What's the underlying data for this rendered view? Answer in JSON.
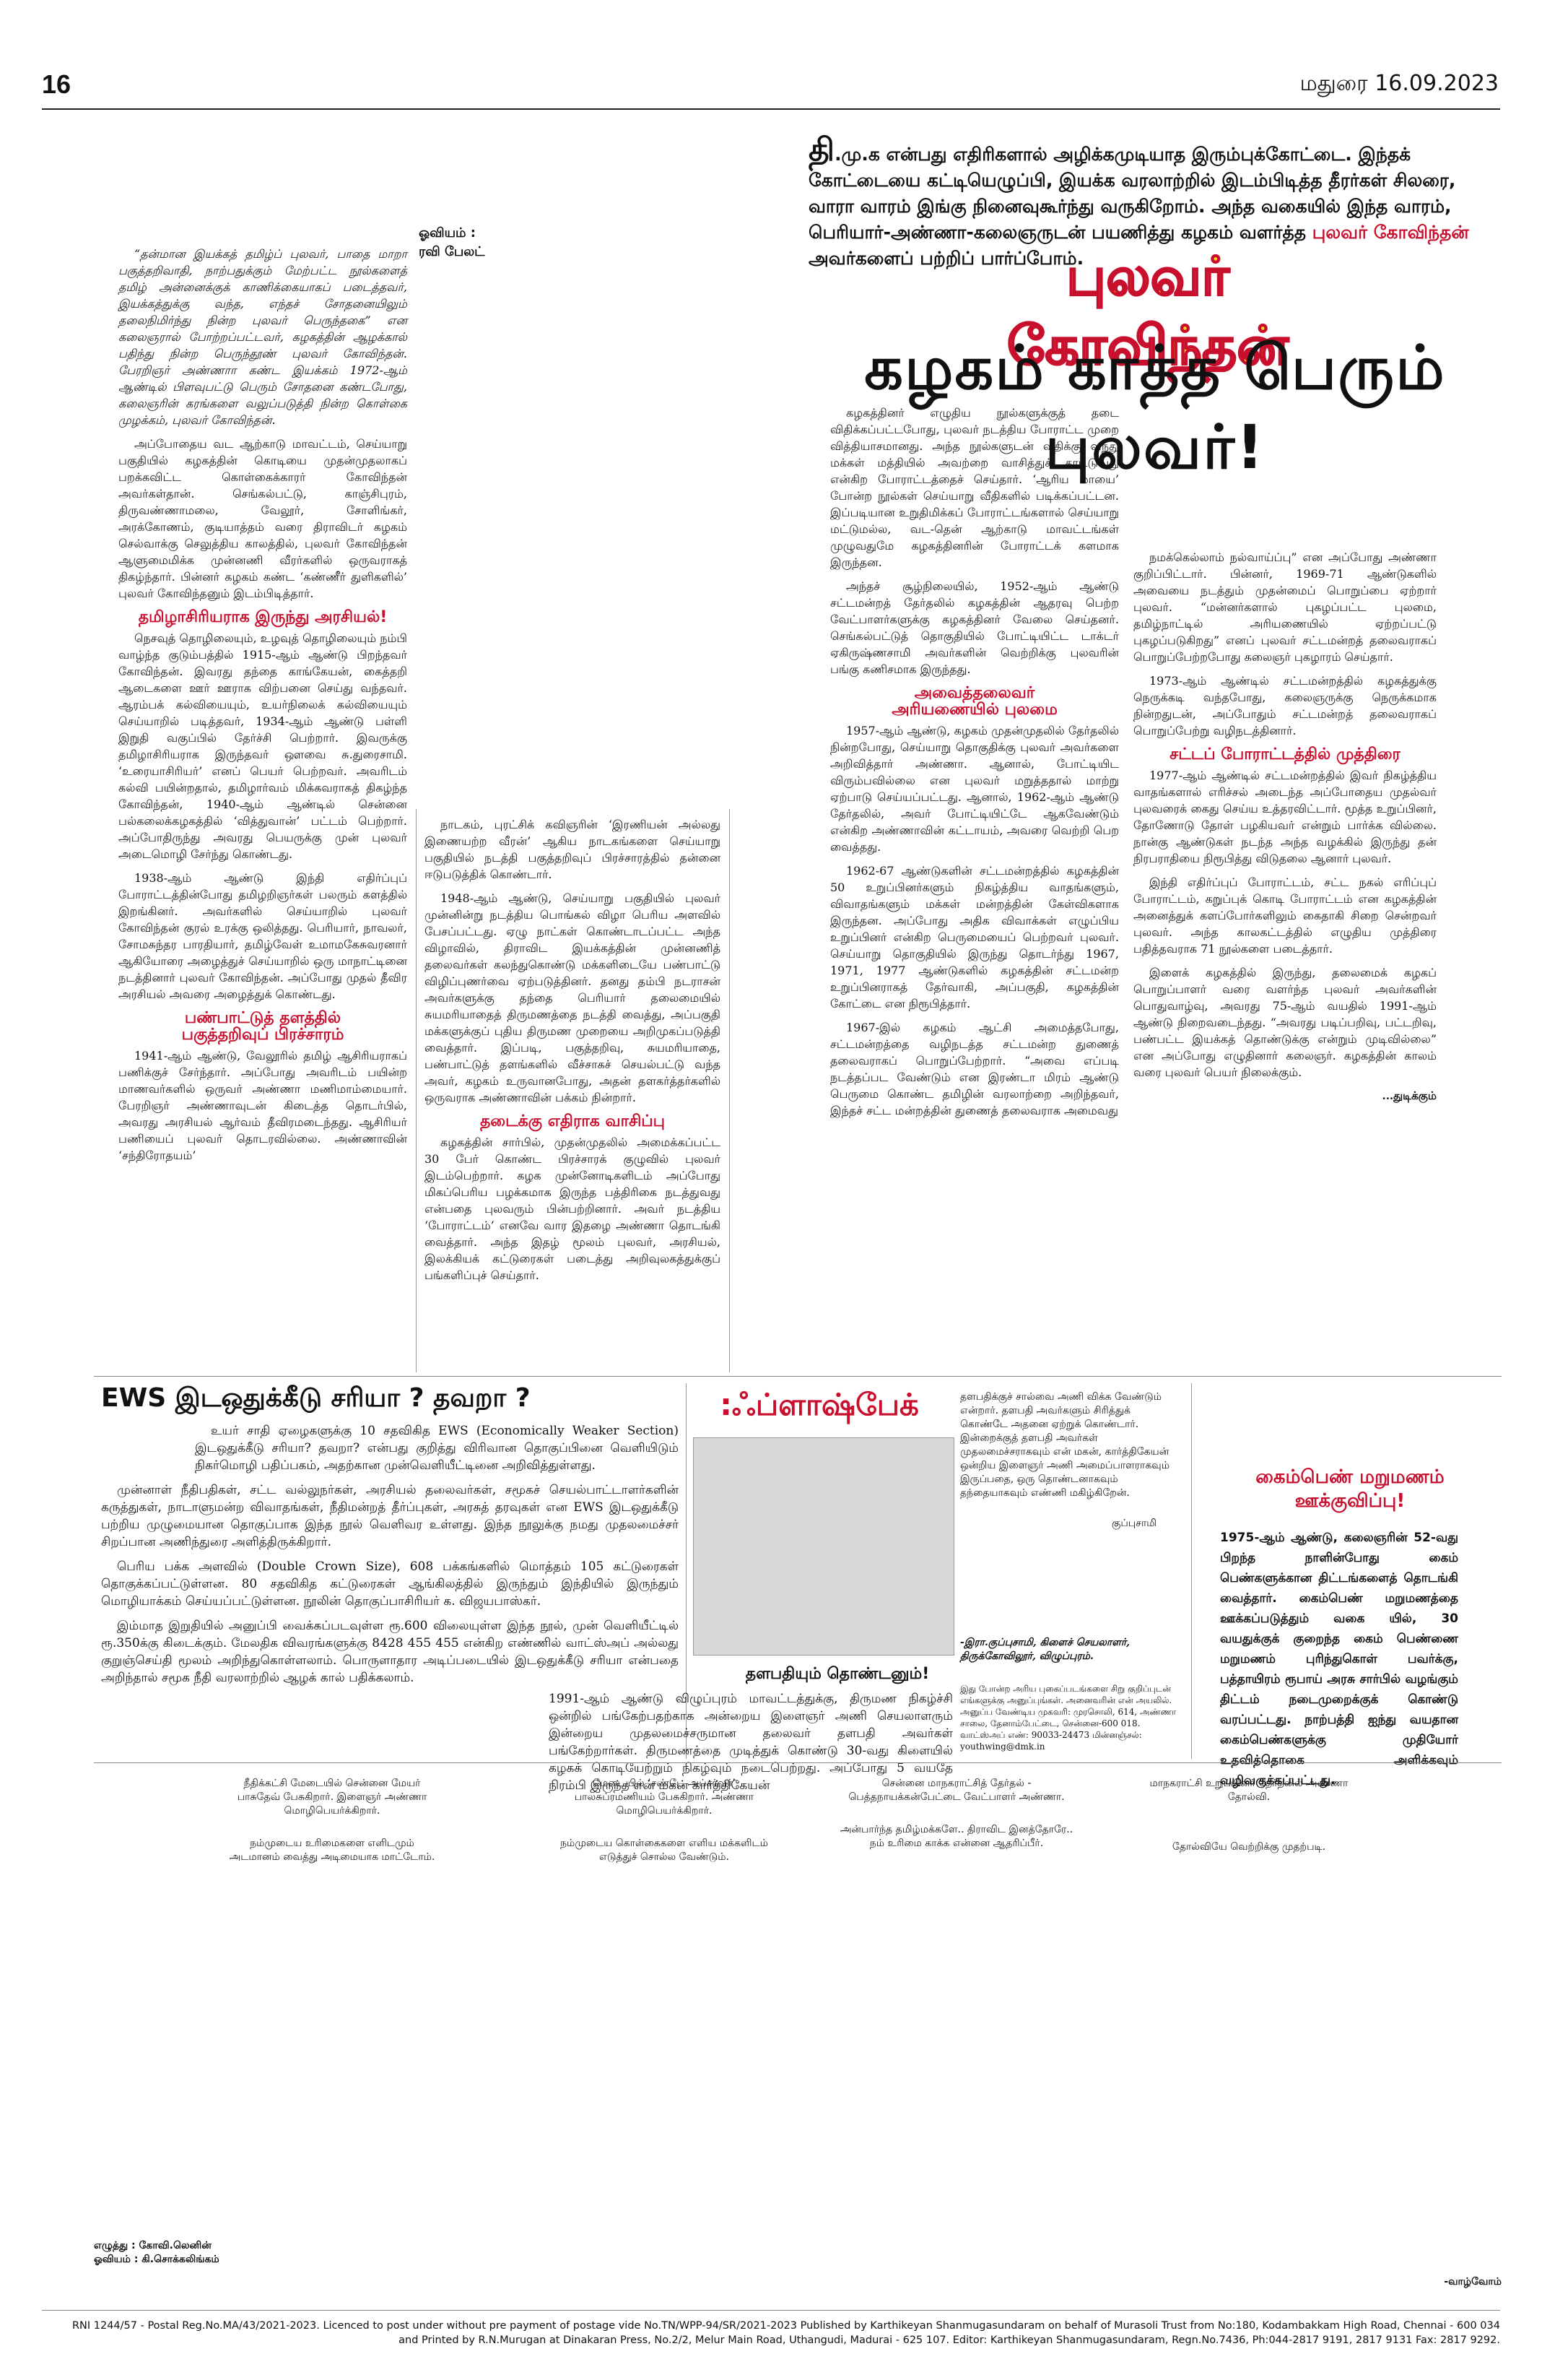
{
  "header": {
    "page_number": "16",
    "dateline": "மதுரை 16.09.2023"
  },
  "intro": {
    "drop_letter": "தி",
    "text": ".மு.க என்பது எதிரிகளால் அழிக்கமுடியாத இரும்புக்கோட்டை. இந்தக் கோட்டையை கட்டியெழுப்பி, இயக்க வரலாற்றில் இடம்பிடித்த தீரர்கள் சிலரை, வாரா வாரம் இங்கு நினைவுகூர்ந்து வருகிறோம். அந்த வகையில் இந்த வாரம், பெரியார்-அண்ணா-கலைஞருடன் பயணித்து கழகம் வளர்த்த",
    "highlight": "புலவர் கோவிந்தன்",
    "tail": "அவர்களைப் பற்றிப் பார்ப்போம்."
  },
  "art_credit": {
    "label": "ஓவியம் :",
    "name": "ரவி பேலட்"
  },
  "headline": {
    "kicker": "புலவர் கோவிந்தன்",
    "title": "கழகம் காத்த பெரும் புலவர்!"
  },
  "col1": {
    "p1": "“தன்மான இயக்கத் தமிழ்ப் புலவர், பாதை மாறா பகுத்தறிவாதி, நாற்பதுக்கும் மேற்பட்ட நூல்களைத் தமிழ் அன்னைக்குக் காணிக்கையாகப் படைத்தவர், இயக்கத்துக்கு வந்த, எந்தச் சோதனையிலும் தலைநிமிர்ந்து நின்ற புலவர் பெருந்தகை” என கலைஞரால் போற்றப்பட்டவர், கழகத்தின் ஆழக்கால் பதிந்து நின்ற பெருந்தூண் புலவர் கோவிந்தன். பேரறிஞர் அண்ணாா கண்ட இயக்கம் 1972-ஆம் ஆண்டில் பிளவுபட்டு பெரும் சோதனை கண்டபோது, கலைஞரின் கரங்களை வலுப்படுத்தி நின்ற கொள்கை முழக்கம், புலவர் கோவிந்தன்.",
    "p2": "அப்போதைய வட ஆற்காடு மாவட்டம், செய்யாறு பகுதியில் கழகத்தின் கொடியை முதன்முதலாகப் பறக்கவிட்ட கொள்கைக்காரர் கோவிந்தன் அவர்கள்தான். செங்கல்பட்டு, காஞ்சிபுரம், திருவண்ணாமலை, வேலூர், சோளிங்கர், அரக்கோணம், குடியாத்தம் வரை திராவிடர் கழகம் செல்வாக்கு செலுத்திய காலத்தில், புலவர் கோவிந்தன் ஆளுமைமிக்க முன்னணி வீரர்களில் ஒருவராகத் திகழ்ந்தார். பின்னர் கழகம் கண்ட ‘கண்ணீர் துளிகளில்’ புலவர் கோவிந்தனும் இடம்பிடித்தார்.",
    "sub1": "தமிழாசிரியராக இருந்து அரசியல்!",
    "p3": "நெசவுத் தொழிலையும், உழவுத் தொழிலையும் நம்பி வாழ்ந்த குடும்பத்தில் 1915-ஆம் ஆண்டு பிறந்தவர் கோவிந்தன். இவரது தந்தை காங்கேயன், கைத்தறி ஆடைகளை ஊர் ஊராக விற்பனை செய்து வந்தவர். ஆரம்பக் கல்வியையும், உயர்நிலைக் கல்வியையும் செய்யாறில் படித்தவர், 1934-ஆம் ஆண்டு பள்ளி இறுதி வகுப்பில் தேர்ச்சி பெற்றார். இவருக்கு தமிழாசிரியராக இருந்தவர் ஔவை சு.துரைசாமி. ‘உரையாசிரியர்’ எனப் பெயர் பெற்றவர். அவரிடம் கல்வி பயின்றதால், தமிழார்வம் மிக்கவராகத் திகழ்ந்த கோவிந்தன், 1940-ஆம் ஆண்டில் சென்னை பல்கலைக்கழகத்தில் ‘வித்துவான்’ பட்டம் பெற்றார். அப்போதிருந்து அவரது பெயருக்கு முன் புலவர் அடைமொழி சேர்ந்து கொண்டது.",
    "p4": "1938-ஆம் ஆண்டு இந்தி எதிர்ப்புப் போராட்டத்தின்போது தமிழறிஞர்கள் பலரும் களத்தில் இறங்கினர். அவர்களில் செய்யாறில் புலவர் கோவிந்தன் குரல் உரக்கு ஒலித்தது. பெரியார், நாவலர், சோமசுந்தர பாரதியார், தமிழ்வேள் உமாமகேசுவரனார் ஆகியோரை அழைத்துச் செய்யாறில் ஒரு மாநாட்டினை நடத்தினார் புலவர் கோவிந்தன். அப்போது முதல் தீவிர அரசியல் அவரை அழைத்துக் கொண்டது.",
    "sub2a": "பண்பாட்டுத் தளத்தில்",
    "sub2b": "பகுத்தறிவுப் பிரச்சாரம்",
    "p5": "1941-ஆம் ஆண்டு, வேலூரில் தமிழ் ஆசிரியராகப் பணிக்குச் சேர்ந்தார். அப்போது அவரிடம் பயின்ற மாணவர்களில் ஒருவர் அண்ணா மணிமாம்மையார். பேரறிஞர் அண்ணாவுடன் கிடைத்த தொடர்பில், அவரது அரசியல் ஆர்வம் தீவிரமடைந்தது. ஆசிரியர் பணியைப் புலவர் தொடரவில்லை. அண்ணாவின் ‘சந்திரோதயம்’"
  },
  "col2": {
    "p1": "நாடகம், புரட்சிக் கவிஞரின் ‘இரணியன் அல்லது இணையற்ற வீரன்’ ஆகிய நாடகங்களை செய்யாறு பகுதியில் நடத்தி பகுத்தறிவுப் பிரச்சாரத்தில் தன்னை ஈடுபடுத்திக் கொண்டார்.",
    "p2": "1948-ஆம் ஆண்டு, செய்யாறு பகுதியில் புலவர் முன்னின்று நடத்திய பொங்கல் விழா பெரிய அளவில் பேசப்பட்டது. ஏழு நாட்கள் கொண்டாடப்பட்ட அந்த விழாவில், திராவிட இயக்கத்தின் முன்னணித் தலைவர்கள் கலந்துகொண்டு மக்களிடையே பண்பாட்டு விழிப்புணர்வை ஏற்படுத்தினர். தனது தம்பி நடராசன் அவர்களுக்கு தந்தை பெரியார் தலைமையில் சுயமரியாதைத் திருமணத்தை நடத்தி வைத்து, அப்பகுதி மக்களுக்குப் புதிய திருமண முறையை அறிமுகப்படுத்தி வைத்தார். இப்படி, பகுத்தறிவு, சுயமரியாதை, பண்பாட்டுத் தளங்களில் வீச்சாகச் செயல்பட்டு வந்த அவர், கழகம் உருவானபோது, அதன் தளகர்த்தர்களில் ஒருவராக அண்ணாவின் பக்கம் நின்றார்.",
    "sub": "தடைக்கு எதிராக வாசிப்பு",
    "p3": "கழகத்தின் சார்பில், முதன்முதலில் அமைக்கப்பட்ட 30 பேர் கொண்ட பிரச்சாரக் குழுவில் புலவர் இடம்பெற்றார். கழக முன்னோடிகளிடம் அப்போது மிகப்பெரிய பழக்கமாக இருந்த பத்திரிகை நடத்துவது என்பதை புலவரும் பின்பற்றினார். அவர் நடத்திய ‘போராட்டம்’ எனவே வார இதழை அண்ணா தொடங்கி வைத்தார். அந்த இதழ் மூலம் புலவர், அரசியல், இலக்கியக் கட்டுரைகள் படைத்து அறிவுலகத்துக்குப் பங்களிப்புச் செய்தார்."
  },
  "col3": {
    "p1": "கழகத்தினர் எழுதிய நூல்களுக்குத் தடை விதிக்கப்பட்டபோது, புலவர் நடத்திய போராட்ட முறை வித்தியாசமானது. அந்த நூல்களுடன் வீதிக்கு வந்து மக்கள் மத்தியில் அவற்றை வாசித்துக் காட்டுவது என்கிற போராட்டத்தைச் செய்தார். ‘ஆரிய மாயை’ போன்ற நூல்கள் செய்யாறு வீதிகளில் படிக்கப்பட்டன. இப்படியான உறுதிமிக்கப் போராட்டங்களால் செய்யாறு மட்டுமல்ல, வட-தென் ஆற்காடு மாவட்டங்கள் முழுவதுமே கழகத்தினரின் போராட்டக் களமாக இருந்தன.",
    "p2": "அந்தச் சூழ்நிலையில், 1952-ஆம் ஆண்டு சட்டமன்றத் தேர்தலில் கழகத்தின் ஆதரவு பெற்ற வேட்பாளர்களுக்கு கழகத்தினர் வேலை செய்தனர். செங்கல்பட்டுத் தொகுதியில் போட்டியிட்ட டாக்டர் ஏகிருஷ்ணசாமி அவர்களின் வெற்றிக்கு புலவரின் பங்கு கணிசமாக இருந்தது.",
    "sub1": "அவைத்தலைவர்",
    "sub2": "அரியணையில் புலமை",
    "p3": "1957-ஆம் ஆண்டு, கழகம் முதன்முதலில் தேர்தலில் நின்றபோது, செய்யாறு தொகுதிக்கு புலவர் அவர்களை அறிவித்தார் அண்ணா. ஆனால், போட்டியிட விரும்பவில்லை என புலவர் மறுத்ததால் மாற்று ஏற்பாடு செய்யப்பட்டது. ஆனால், 1962-ஆம் ஆண்டு தேர்தலில், அவர் போட்டியிட்டே ஆகவேண்டும் என்கிற அண்ணாவின் கட்டாயம், அவரை வெற்றி பெற வைத்தது.",
    "p4": "1962-67 ஆண்டுகளின் சட்டமன்றத்தில் கழகத்தின் 50 உறுப்பினர்களும் நிகழ்த்திய வாதங்களும், விவாதங்களும் மக்கள் மன்றத்தின் கேள்விகளாக இருந்தன. அப்போது அதிக விவாக்கள் எழுப்பிய உறுப்பினர் என்கிற பெருமையைப் பெற்றவர் புலவர். செய்யாறு தொகுதியில் இருந்து தொடர்ந்து 1967, 1971, 1977 ஆண்டுகளில் கழகத்தின் சட்டமன்ற உறுப்பினராகத் தேர்வாகி, அப்பகுதி, கழகத்தின் கோட்டை என நிரூபித்தார்.",
    "p5": "1967-இல் கழகம் ஆட்சி அமைத்தபோது, சட்டமன்றத்தை வழிநடத்த சட்டமன்ற துணைத் தலைவராகப் பொறுப்பேற்றார். “அவை எப்படி நடத்தப்பட வேண்டும் என இரண்டா மிரம் ஆண்டு பெருமை கொண்ட தமிழின் வரலாற்றை அறிந்தவர், இந்தச் சட்ட மன்றத்தின் துணைத் தலைவராக அமைவது"
  },
  "col4": {
    "p1": "நமக்கெல்லாம் நல்வாய்ப்பு” என அப்போது அண்ணா குறிப்பிட்டார். பின்னர், 1969-71 ஆண்டுகளில் அவையை நடத்தும் முதன்மைப் பொறுப்பை ஏற்றார் புலவர். “மன்னர்களால் புகழப்பட்ட புலமை, தமிழ்நாட்டில் அரியணையில் ஏற்றப்பட்டு புகழப்படுகிறது” எனப் புலவர் சட்டமன்றத் தலைவராகப் பொறுப்பேற்றபோது கலைஞர் புகழாரம் செய்தார்.",
    "p2": "1973-ஆம் ஆண்டில் சட்டமன்றத்தில் கழகத்துக்கு நெருக்கடி வந்தபோது, கலைஞருக்கு நெருக்கமாக நின்றதுடன், அப்போதும் சட்டமன்றத் தலைவராகப் பொறுப்பேற்று வழிநடத்தினார்.",
    "sub": "சட்டப் போராட்டத்தில் முத்திரை",
    "p3": "1977-ஆம் ஆண்டில் சட்டமன்றத்தில் இவர் நிகழ்த்திய வாதங்களால் எரிச்சல் அடைந்த அப்போதைய முதல்வர் புலவரைக் கைது செய்ய உத்தரவிட்டார். மூத்த உறுப்பினர், தோணோடு தோள் பழகியவர் என்றும் பார்க்க வில்லை. நான்கு ஆண்டுகள் நடந்த அந்த வழக்கில் இருந்து தன் நிரபராதியை நிரூபித்து விடுதலை ஆனார் புலவர்.",
    "p4": "இந்தி எதிர்ப்புப் போராட்டம், சட்ட நகல் எரிப்புப் போராட்டம், கறுப்புக் கொடி போராட்டம் என கழகத்தின் அனைத்துக் களப்போர்களிலும் கைதாகி சிறை சென்றவர் புலவர். அந்த காலகட்டத்தில் எழுதிய முத்திரை பதித்தவராக 71 நூல்களை படைத்தார்.",
    "p5": "இளைக் கழகத்தில் இருந்து, தலைமைக் கழகப் பொறுப்பாளர் வரை வளர்ந்த புலவர் அவர்களின் பொதுவாழ்வு, அவரது 75-ஆம் வயதில் 1991-ஆம் ஆண்டு நிறைவடைந்தது. “அவரது படிப்பறிவு, பட்டறிவு, பண்பட்ட இயக்கத் தொண்டுக்கு என்றும் முடிவில்லை” என அப்போது எழுதினார் கலைஞர். கழகத்தின் காலம் வரை புலவர் பெயர் நிலைக்கும்.",
    "end": "...துடிக்கும்"
  },
  "ews": {
    "title": "EWS இடஒதுக்கீடு சரியா ? தவறா ?",
    "p1": "உயர் சாதி ஏழைகளுக்கு 10 சதவிகித EWS (Economically Weaker Section) இடஒதுக்கீடு சரியா? தவறா? என்பது குறித்து விரிவான தொகுப்பினை வெளியிடும் நிகர்மொழி பதிப்பகம், அதற்கான முன்வெளியீட்டினை அறிவித்துள்ளது.",
    "p2": "முன்னாள் நீதிபதிகள், சட்ட வல்லுநர்கள், அரசியல் தலைவர்கள், சமூகச் செயல்பாட்டாளர்களின் கருத்துகள், நாடாளுமன்ற விவாதங்கள், நீதிமன்றத் தீர்ப்புகள், அரசுத் தரவுகள் என EWS இடஒதுக்கீடு பற்றிய முழுமையான தொகுப்பாக இந்த நூல் வெளிவர உள்ளது. இந்த நூலுக்கு நமது முதலமைச்சர் சிறப்பான அணிந்துரை அளித்திருக்கிறார்.",
    "p3": "பெரிய பக்க அளவில் (Double Crown Size), 608 பக்கங்களில் மொத்தம் 105 கட்டுரைகள் தொகுக்கப்பட்டுள்ளன. 80 சதவிகித கட்டுரைகள் ஆங்கிலத்தில் இருந்தும் இந்தியில் இருந்தும் மொழியாக்கம் செய்யப்பட்டுள்ளன. நூலின் தொகுப்பாசிரியர் க. விஜயபாஸ்கர்.",
    "p4": "இம்மாத இறுதியில் அனுப்பி வைக்கப்படவுள்ள ரூ.600 விலையுள்ள இந்த நூல், முன் வெளியீட்டில் ரூ.350க்கு கிடைக்கும். மேலதிக விவரங்களுக்கு 8428 455 455 என்கிற எண்ணில் வாட்ஸ்அப் அல்லது குறுஞ்செய்தி மூலம் அறிந்துகொள்ளலாம். பொருளாதார அடிப்படையில் இடஒதுக்கீடு சரியா என்பதை அறிந்தால் சமூக நீதி வரலாற்றில் ஆழக் கால் பதிக்கலாம்."
  },
  "flashback": {
    "title": ":ஃப்ளாஷ்பேக்",
    "speech": "தளபதிக்குச் சால்வை அணி விக்க வேண்டும் என்றார். தளபதி அவர்களும் சிரித்துக் கொண்டே அதனை ஏற்றுக் கொண்டார். இன்றைக்குத் தளபதி அவர்கள் முதலமைச்சராகவும் என் மகன், கார்த்திகேயன் ஒன்றிய இளைஞர் அணி அமைப்பாளராகவும் இருப்பதை, ஒரு தொண்டனாகவும் தந்தையாகவும் எண்ணி மகிழ்கிறேன்.",
    "caption_name": "குப்புசாமி",
    "byline": "-இரா.குப்புசாமி, கிளைச் செயலாளர், திருக்கோவிலூர், விழுப்புரம்.",
    "sub": "தளபதியும் தொண்டனும்!",
    "p1": "1991-ஆம் ஆண்டு விழுப்புரம் மாவட்டத்துக்கு, திருமண நிகழ்ச்சி ஒன்றில் பங்கேற்பதற்காக அன்றைய இளைஞர் அணி செயலாளரும் இன்றைய முதலமைச்சருமான தலைவர் தளபதி அவர்கள் பங்கேற்றார்கள். திருமணத்தை முடித்துக் கொண்டு 30-வது கிளையில் கழகக் கொடியேற்றும் நிகழ்வும் நடைபெற்றது. அப்போது 5 வயதே நிரம்பி இருந்த என் மகன் கார்த்திகேயன்",
    "note": "இது போன்ற அரிய புகைப்படங்களை சிறு குறிப்புடன் எங்களுக்கு அனுப்புங்கள். அனைவரின் என் அயலில். அனுப்ப வேண்டிய முகவரி: முரசொலி, 614, அண்ணா சாலை, தேனாம்பேட்டை, சென்னை-600 018. வாட்ஸ்அப் எண்: 90033-24473 மின்னஞ்சல்: youthwing@dmk.in"
  },
  "kaimpen": {
    "title1": "கைம்பெண் மறுமணம்",
    "title2": "ஊக்குவிப்பு!",
    "text": "1975-ஆம் ஆண்டு, கலைஞரின் 52-வது பிறந்த நாளின்போது கைம் பெண்களுக்கான திட்டங்களைத் தொடங்கி வைத்தார். கைம்பெண் மறுமணத்தை ஊக்கப்படுத்தும் வகை யில், 30 வயதுக்குக் குறைந்த கைம் பெண்ணை மறுமணம் புரிந்துகொள் பவர்க்கு, பத்தாயிரம் ரூபாய் அரசு சார்பில் வழங்கும் திட்டம் நடைமுறைக்குக் கொண்டு வரப்பட்டது. நாற்பத்தி ஐந்து வயதான கைம்பெண்களுக்கு முதியோர் உதவித்தொகை அளிக்கவும் வழிவகுக்கப்பட்டது."
  },
  "cartoon": {
    "panel1": {
      "a": "நீதிக்கட்சி மேடையில் சென்னை மேயர் பாசுதேவ் பேசுகிறார். இளைஞர் அண்ணா மொழிபெயர்க்கிறார்.",
      "b": "நம்முடைய உரிமைகளை எளிடமும் அடமானம் வைத்து அடிமையாக மாட்டோம்."
    },
    "panel2": {
      "a": "மேடையில் ‘சண்டே அப்சர்வர்’ பாலசுப்ரமணியம் பேசுகிறார். அண்ணா மொழிபெயர்க்கிறார்.",
      "b": "நம்முடைய கொள்கைகளை எளிய மக்களிடம் எடுத்துச் சொல்ல வேண்டும்."
    },
    "panel3": {
      "a": "சென்னை மாநகராட்சித் தேர்தல் - பெத்தநாயக்கன்பேட்டை வேட்பாளர் அண்ணா.",
      "b": "அன்பார்ந்த தமிழ்மக்களே.. திராவிட இனத்தோரே.. நம் உரிமை காக்க என்னை ஆதரிப்பீர்."
    },
    "panel4": {
      "a": "மாநகராட்சி உறுப்பினர் தேர்தலில் அண்ணா தோல்வி.",
      "b": "தோல்வியே வெற்றிக்கு முதற்படி."
    },
    "credit1": "எழுத்து : கோவி.லெனின்",
    "credit2": "ஓவியம் : கி.சொக்கலிங்கம்",
    "tail": "-வாழ்வோம்"
  },
  "footer": {
    "line1": "RNI 1244/57 - Postal Reg.No.MA/43/2021-2023. Licenced to post under without pre payment of postage vide No.TN/WPP-94/SR/2021-2023 Published by Karthikeyan Shanmugasundaram on behalf of Murasoli Trust from No:180, Kodambakkam High Road, Chennai - 600 034",
    "line2": "and Printed by R.N.Murugan at Dinakaran Press, No.2/2, Melur Main Road, Uthangudi, Madurai - 625 107. Editor: Karthikeyan Shanmugasundaram, Regn.No.7436, Ph:044-2817 9191, 2817 9131 Fax: 2817 9292."
  },
  "colors": {
    "accent": "#c8102e",
    "yellow": "#f7d417",
    "rule": "#222222"
  }
}
